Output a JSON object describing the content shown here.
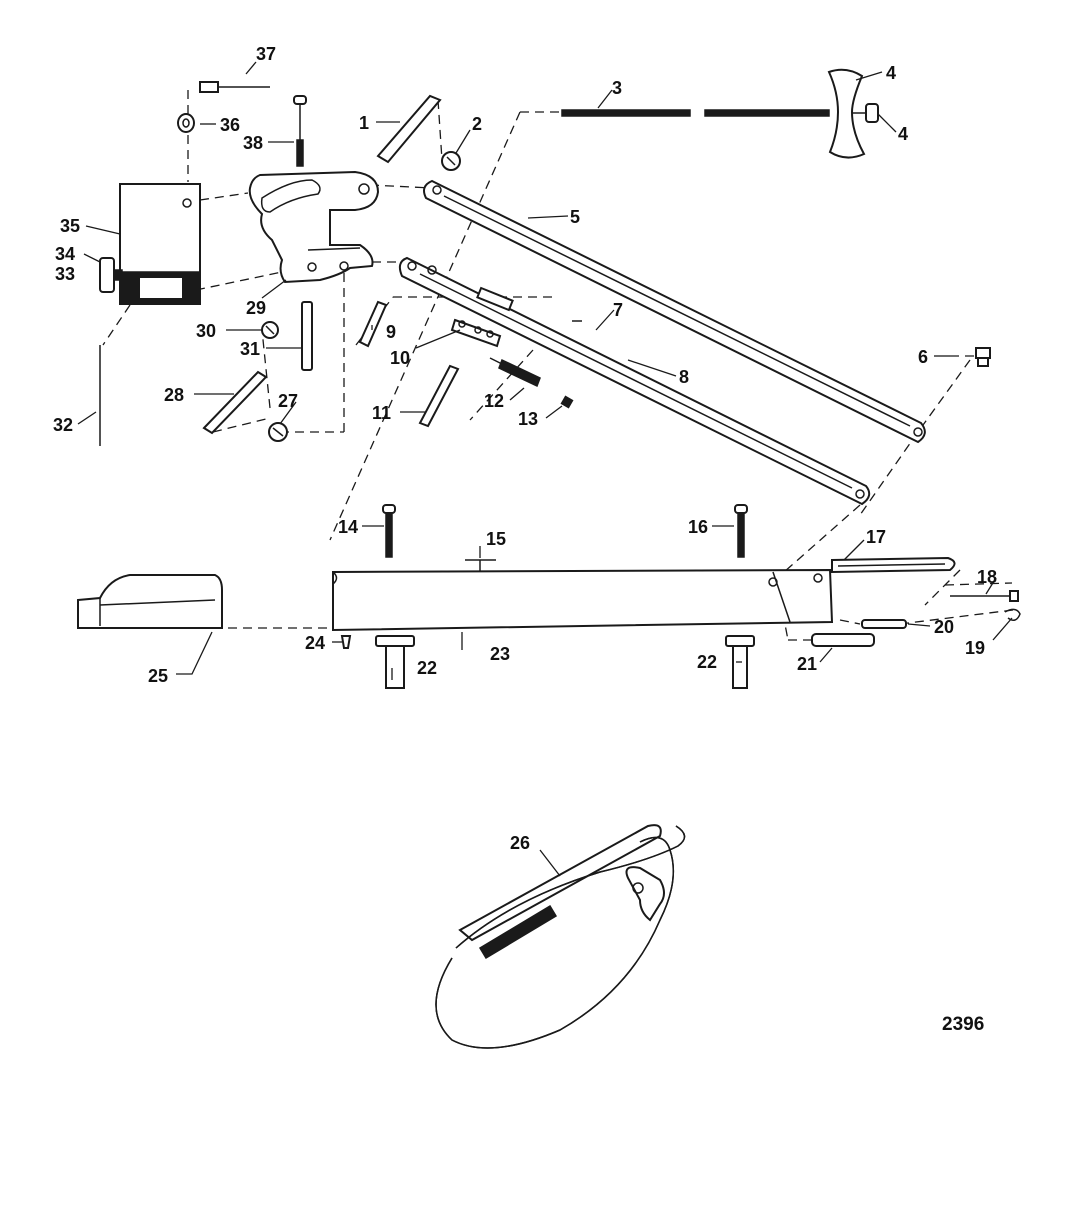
{
  "figure_number": "2396",
  "callouts": [
    "1",
    "2",
    "3",
    "4",
    "4",
    "5",
    "6",
    "7",
    "8",
    "9",
    "10",
    "11",
    "12",
    "13",
    "14",
    "15",
    "16",
    "17",
    "18",
    "19",
    "20",
    "21",
    "22",
    "22",
    "23",
    "24",
    "25",
    "26",
    "27",
    "28",
    "29",
    "30",
    "31",
    "32",
    "33",
    "34",
    "35",
    "36",
    "37",
    "38"
  ]
}
